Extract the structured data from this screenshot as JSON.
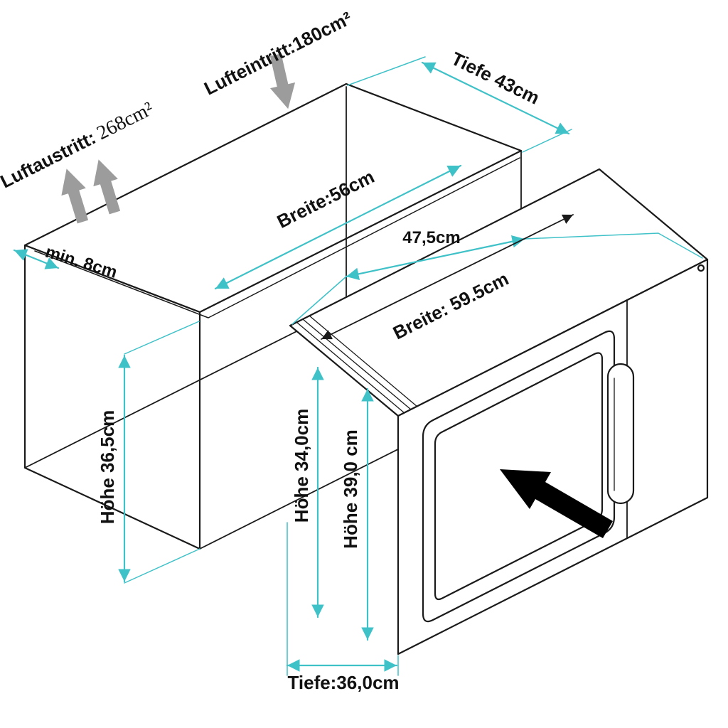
{
  "diagram": {
    "colors": {
      "line": "#1a1a1a",
      "dimension": "#3fc1c8",
      "airflow_arrow": "#9c9c9c",
      "insert_arrow": "#000000",
      "background": "#ffffff"
    },
    "icons": {
      "air_inlet_arrow": "thick-gray-arrow-down",
      "air_outlet_arrow": "thick-gray-arrow-up",
      "insertion_arrow": "solid-black-arrow-up-left"
    },
    "labels": {
      "air_inlet": "Lufteintritt:180cm²",
      "air_outlet_prefix": "Luftaustritt:",
      "air_outlet_value": "268cm²",
      "depth_cabinet": "Tiefe 43cm",
      "width_cabinet": "Breite:56cm",
      "top_depth": "47,5cm",
      "min_clearance": "min. 8cm",
      "width_microwave": "Breite: 59.5cm",
      "height_cabinet": "Höhe 36,5cm",
      "height_inner": "Höhe 34,0cm",
      "height_front": "Höhe 39,0 cm",
      "depth_microwave": "Tiefe:36,0cm"
    }
  }
}
